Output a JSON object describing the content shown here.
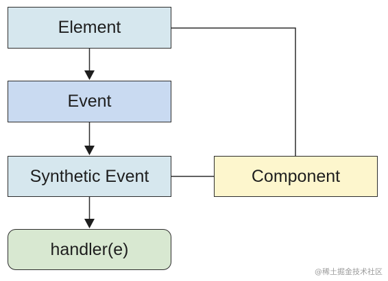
{
  "nodes": {
    "element": "Element",
    "event": "Event",
    "synthetic_event": "Synthetic Event",
    "handler": "handler(e)",
    "component": "Component"
  },
  "watermark": "@稀土掘金技术社区",
  "colors": {
    "element_fill": "#d6e7ee",
    "event_fill": "#c9daf1",
    "synthetic_fill": "#d6e7ee",
    "handler_fill": "#d8e8d1",
    "component_fill": "#fdf6cd",
    "line": "#2b2b2b"
  }
}
